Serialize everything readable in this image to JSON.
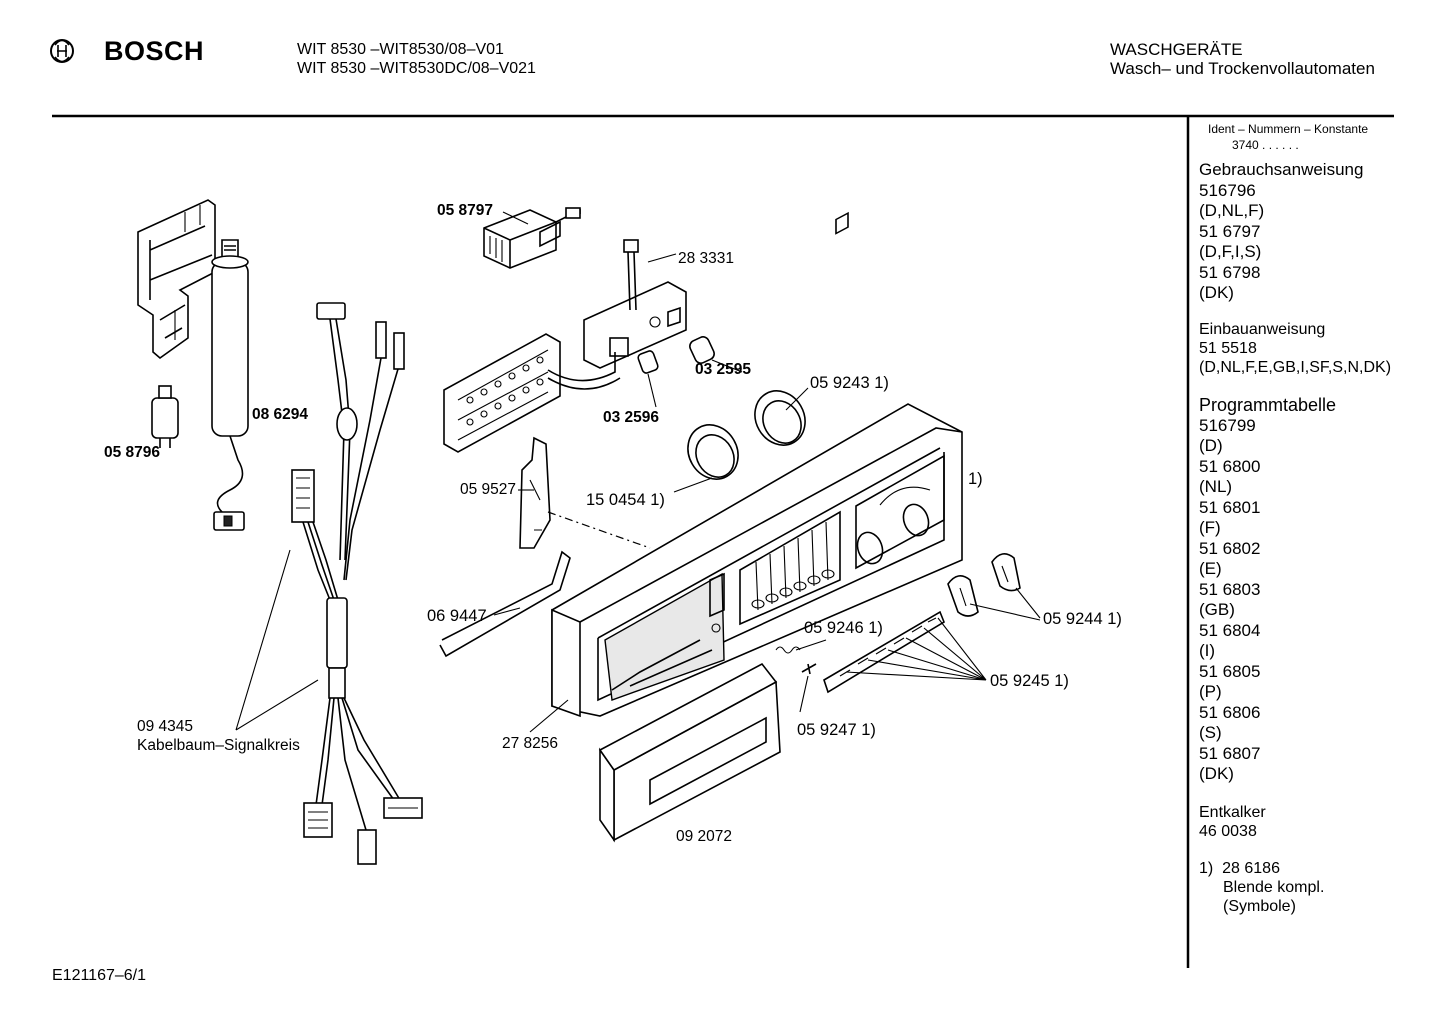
{
  "header": {
    "brand": "BOSCH",
    "model_line_1": "WIT 8530 –WIT8530/08–V01",
    "model_line_2": "WIT 8530 –WIT8530DC/08–V021",
    "category": "WASCHGERÄTE",
    "subcategory": "Wasch– und Trockenvollautomaten"
  },
  "sidebar": {
    "ident_title": "Ident – Nummern – Konstante",
    "ident_value": "3740  .  .    .  .  .  .",
    "sections": [
      {
        "title": "Gebrauchsanweisung",
        "lines": [
          "516796",
          "(D,NL,F)",
          "51 6797",
          "(D,F,I,S)",
          "51 6798",
          "(DK)"
        ]
      },
      {
        "title": "Einbauanweisung",
        "lines": [
          "51 5518",
          "(D,NL,F,E,GB,I,SF,S,N,DK)"
        ]
      },
      {
        "title": "Programmtabelle",
        "lines": [
          "516799",
          "(D)",
          "51 6800",
          "(NL)",
          "51 6801",
          "(F)",
          "51 6802",
          "(E)",
          "51 6803",
          "(GB)",
          "51 6804",
          "(I)",
          "51 6805",
          "(P)",
          "51 6806",
          "(S)",
          "51 6807",
          "(DK)"
        ]
      },
      {
        "title": "Entkalker",
        "lines": [
          "46 0038"
        ]
      }
    ],
    "footnote": {
      "marker": "1)",
      "number": "28 6186",
      "line_2": "Blende kompl.",
      "line_3": "(Symbole)"
    }
  },
  "parts": {
    "p058797": "05 8797",
    "p283331": "28 3331",
    "p032595": "03 2595",
    "p032596": "03 2596",
    "p059243": "05 9243 1)",
    "p086294": "08 6294",
    "p058796": "05 8796",
    "p059527": "05 9527",
    "p150454": "15 0454 1)",
    "p_panel": "1)",
    "p069447": "06 9447",
    "p059246": "05 9246 1)",
    "p059244": "05 9244 1)",
    "p059245": "05 9245 1)",
    "p059247": "05 9247 1)",
    "p094345": "09 4345",
    "p_kabel": "Kabelbaum–Signalkreis",
    "p278256": "27 8256",
    "p092072": "09 2072"
  },
  "footer": {
    "drawing_id": "E121167–6/1"
  }
}
